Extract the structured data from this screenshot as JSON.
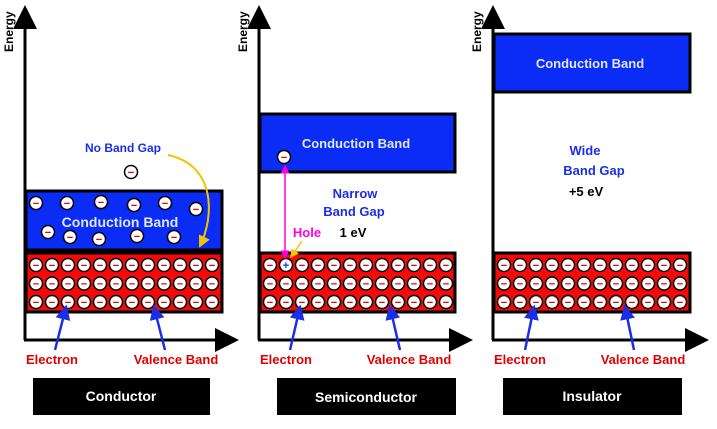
{
  "axis_label": "Energy",
  "colors": {
    "conduction": "#0a2cf5",
    "valence": "#f50a0a",
    "label_red": "#e00000",
    "label_blue": "#1a2ee8",
    "hole": "#ff00dd",
    "arrow_yellow": "#f5c400"
  },
  "electron_symbol": "−",
  "hole_symbol": "+",
  "panels": [
    {
      "conduction_label": "Conduction Band",
      "gap_label": "No Band Gap",
      "electron_label": "Electron",
      "valence_label": "Valence Band",
      "title": "Conductor"
    },
    {
      "conduction_label": "Conduction Band",
      "gap_label_1": "Narrow",
      "gap_label_2": "Band Gap",
      "gap_value": "1 eV",
      "hole_label": "Hole",
      "electron_label": "Electron",
      "valence_label": "Valence Band",
      "title": "Semiconductor"
    },
    {
      "conduction_label": "Conduction Band",
      "gap_label_1": "Wide",
      "gap_label_2": "Band Gap",
      "gap_value": "+5 eV",
      "electron_label": "Electron",
      "valence_label": "Valence Band",
      "title": "Insulator"
    }
  ]
}
